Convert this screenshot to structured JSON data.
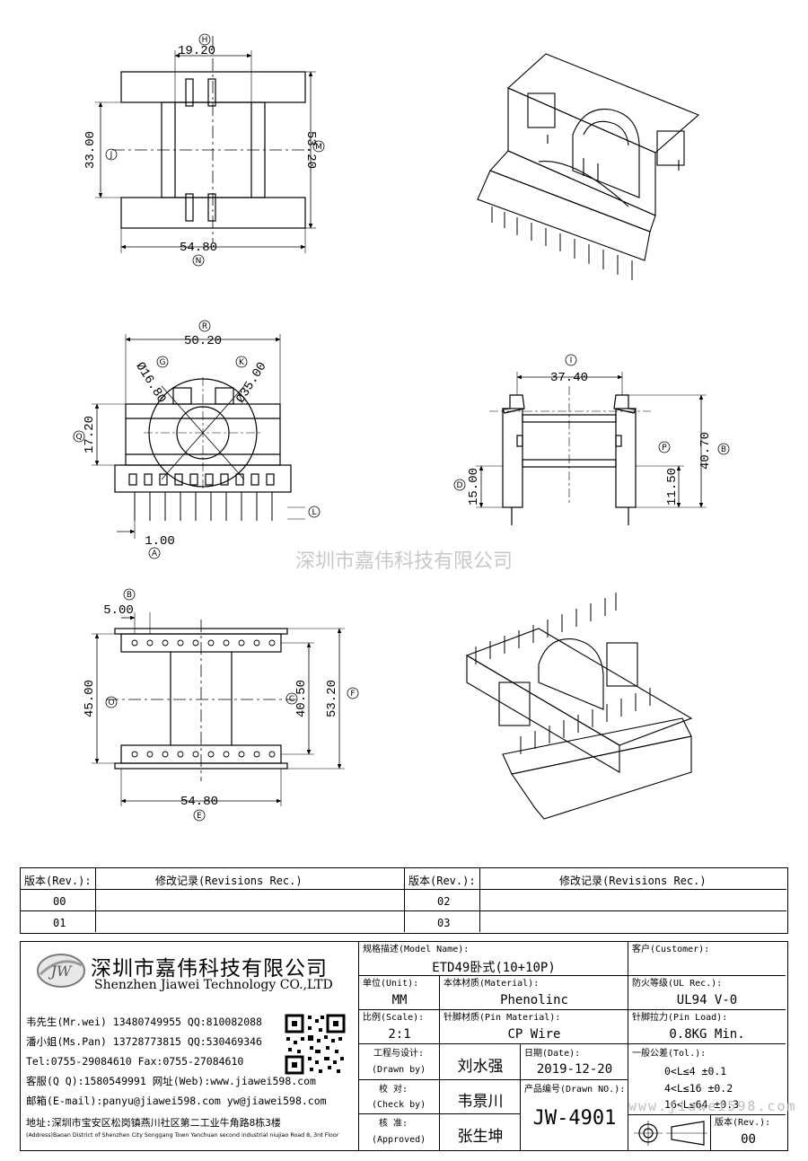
{
  "drawing": {
    "top_view": {
      "w_top": "19.20",
      "h_left": "33.00",
      "h_right": "53.20",
      "w_bottom": "54.80",
      "m_top": "H",
      "m_left": "J",
      "m_right": "M",
      "m_bottom": "N"
    },
    "front_view": {
      "w_top": "50.20",
      "d_small": "Ø16.80",
      "d_large": "Ø35.00",
      "h_left": "17.20",
      "pin": "1.00",
      "m_top": "R",
      "m_small": "G",
      "m_large": "K",
      "m_left": "Q",
      "m_pin": "A",
      "m_right": "L"
    },
    "side_view": {
      "w_top": "37.40",
      "h_left": "15.00",
      "h_mid": "11.50",
      "h_right": "40.70",
      "m_top": "I",
      "m_left": "D",
      "m_mid": "P",
      "m_right": "B"
    },
    "bottom_view": {
      "pitch": "5.00",
      "h_left": "45.00",
      "h_mid": "40.50",
      "h_right": "53.20",
      "w_bottom": "54.80",
      "m_pitch": "B",
      "m_left": "O",
      "m_mid": "C",
      "m_right": "F",
      "m_bottom": "E"
    },
    "watermark": "深圳市嘉伟科技有限公司"
  },
  "revisions": {
    "header_rev": "版本(Rev.):",
    "header_rec": "修改记录(Revisions Rec.)",
    "rows_left": [
      "00",
      "01"
    ],
    "rows_right": [
      "02",
      "03"
    ]
  },
  "company": {
    "logo": "JW",
    "name_cn": "深圳市嘉伟科技有限公司",
    "name_en": "Shenzhen Jiawei Technology CO.,LTD",
    "contact_1": "韦先生(Mr.wei) 13480749955 QQ:810082088",
    "contact_2": "潘小姐(Ms.Pan) 13728773815 QQ:530469346",
    "tel": "Tel:0755-29084610      Fax:0755-27084610",
    "service": "客服(Q Q):1580549991   网址(Web):www.jiawei598.com",
    "email": "邮箱(E-mail):panyu@jiawei598.com  yw@jiawei598.com",
    "address_cn": "地址:深圳市宝安区松岗镇燕川社区第二工业牛角路8栋3楼",
    "address_en": "(Address)Baoan District of Shenzhen City Songgang Town Yanchuan  second industrial niujiao Road 8, 3rd Floor"
  },
  "title_block": {
    "model_label": "规格描述(Model Name):",
    "model_value": "ETD49卧式(10+10P)",
    "customer_label": "客户(Customer):",
    "customer_value": "",
    "unit_label": "单位(Unit):",
    "unit_value": "MM",
    "material_label": "本体材质(Material):",
    "material_value": "Phenolinc",
    "ul_label": "防火等级(UL Rec.):",
    "ul_value": "UL94 V-0",
    "scale_label": "比例(Scale):",
    "scale_value": "2:1",
    "pin_material_label": "针脚材质(Pin Material):",
    "pin_material_value": "CP Wire",
    "pin_load_label": "针脚拉力(Pin Load):",
    "pin_load_value": "0.8KG Min.",
    "drawn_label_cn": "工程与设计:",
    "drawn_label_en": "(Drawn by)",
    "drawn_value": "刘水强",
    "date_label": "日期(Date):",
    "date_value": "2019-12-20",
    "check_label_cn": "校  对:",
    "check_label_en": "(Check by)",
    "check_value": "韦景川",
    "drawn_no_label": "产品编号(Drawn NO.):",
    "drawn_no_value": "JW-4901",
    "approved_label_cn": "核  准:",
    "approved_label_en": "(Approved)",
    "approved_value": "张生坤",
    "tol_label": "一般公差(Tol.):",
    "tol_rows": [
      "0<L≤4    ±0.1",
      "4<L≤16   ±0.2",
      "16<L≤64  ±0.3"
    ],
    "rev_label": "版本(Rev.):",
    "rev_value": "00",
    "web_wm": "www.jiawei598.com"
  }
}
